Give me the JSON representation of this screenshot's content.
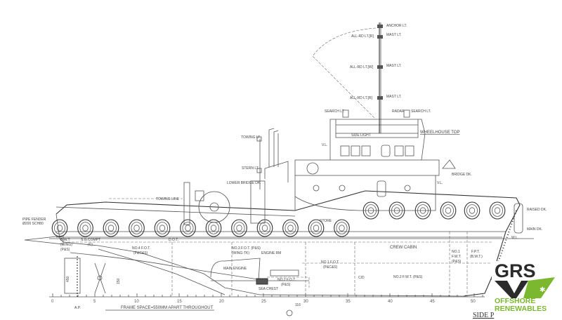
{
  "drawing": {
    "title": "SIDE P",
    "frame_note": "FRAME SPACE=550MM APART THROUGHOUT",
    "dims": {
      "rudder_height": "450",
      "shaft": "116",
      "prop_clear": "150"
    },
    "frame_ticks": [
      "0",
      "5",
      "10",
      "15",
      "20",
      "25",
      "30",
      "35",
      "40",
      "45",
      "50"
    ],
    "ap_label": "A.P.",
    "mast_labels": {
      "anchor": "ANCHOR LT.",
      "mast1": "MAST LT.",
      "mast2": "MAST LT.",
      "mast3": "MAST LT.",
      "allrd1": "ALL-RD LT.[R]",
      "allrd2": "ALL-RD LT.[W]",
      "allrd3": "ALL-RD LT.[R]",
      "search_left": "SEARCH LT.",
      "search_right": "SEARCH LT.",
      "radar": "RADAR",
      "side_light": "SIDE LIGHT"
    },
    "deck_labels": {
      "wheelhouse_top": "WHEELHOUSE TOP",
      "bridge_dk": "BRIDGE DK.",
      "lower_bridge_dk": "LOWER BRIDGE DK.",
      "raised_dk": "RAISED DK.",
      "main_dk": "MAIN DK.",
      "wl": "W.L.",
      "vl1": "V.L.",
      "vl2": "V.L.",
      "towing_lt": "TOWING LT.",
      "stern_lt": "STERN LT.",
      "towing_line": "TOWING LINE",
      "pipe_fender": "PIPE FENDER",
      "pipe_fender_size": "Ø200 SCH80"
    },
    "compartments": {
      "bwt": "B.W.T.",
      "bwt_sub1": "(WING)",
      "bwt_sub2": "(P&S)",
      "sg_compt": "S.G.COMPT",
      "sg_sub": "(C)",
      "fot4": "NO.4 F.O.T.",
      "fot4_sub": "(P&C&S)",
      "dot": "D.O.T.",
      "fot3": "NO.3 F.O.T. (P&S)",
      "fot3_sub": "(WING-TK)",
      "engine_rm": "ENGINE RM",
      "main_engine": "MAIN ENGINE",
      "sea_chest": "SEA CHEST",
      "fot2": "NO.2 F.O.T.",
      "fot2_sub": "(P&S)",
      "store": "STORE",
      "fot1": "NO.1 F.O.T.",
      "fot1_sub": "(P&C&S)",
      "crew_cabin": "CREW CABIN",
      "co": "C/D",
      "fwt2": "NO.2 F.W.T. (P&S)",
      "fwt1": "NO.1",
      "fwt1_sub": "F.W.T.",
      "fwt1_sub2": "(P&S)",
      "fpt": "F.P.T.",
      "fpt_sub": "(B.W.T.)"
    }
  },
  "logo": {
    "name": "GRS",
    "line1": "OFFSHORE",
    "line2": "RENEWABLES",
    "dark": "#2b2b2b",
    "green": "#7cb82f"
  }
}
